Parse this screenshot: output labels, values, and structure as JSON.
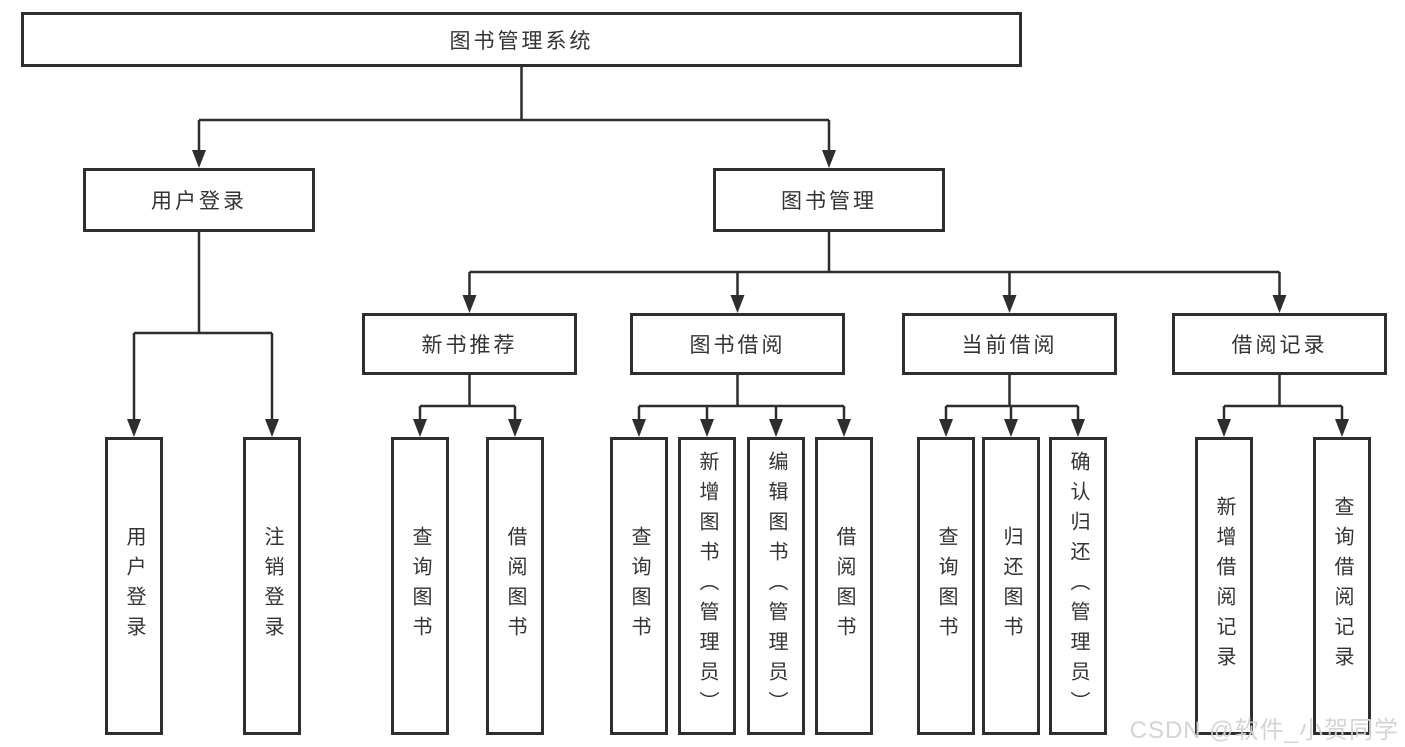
{
  "diagram": {
    "root": {
      "label": "图书管理系统"
    },
    "children": [
      {
        "label": "用户登录",
        "children": [
          {
            "label": "用户登录"
          },
          {
            "label": "注销登录"
          }
        ]
      },
      {
        "label": "图书管理",
        "children": [
          {
            "label": "新书推荐",
            "children": [
              {
                "label": "查询图书"
              },
              {
                "label": "借阅图书"
              }
            ]
          },
          {
            "label": "图书借阅",
            "children": [
              {
                "label": "查询图书"
              },
              {
                "label": "新增图书（管理员）"
              },
              {
                "label": "编辑图书（管理员）"
              },
              {
                "label": "借阅图书"
              }
            ]
          },
          {
            "label": "当前借阅",
            "children": [
              {
                "label": "查询图书"
              },
              {
                "label": "归还图书"
              },
              {
                "label": "确认归还（管理员）"
              }
            ]
          },
          {
            "label": "借阅记录",
            "children": [
              {
                "label": "新增借阅记录"
              },
              {
                "label": "查询借阅记录"
              }
            ]
          }
        ]
      }
    ]
  },
  "watermark": {
    "text": "CSDN @软件_小贺同学"
  },
  "colors": {
    "line": "#2e2e2e",
    "box_border": "#2e2e2e",
    "box_fill": "#ffffff",
    "text": "#333333",
    "watermark": "#d2d2d2"
  }
}
